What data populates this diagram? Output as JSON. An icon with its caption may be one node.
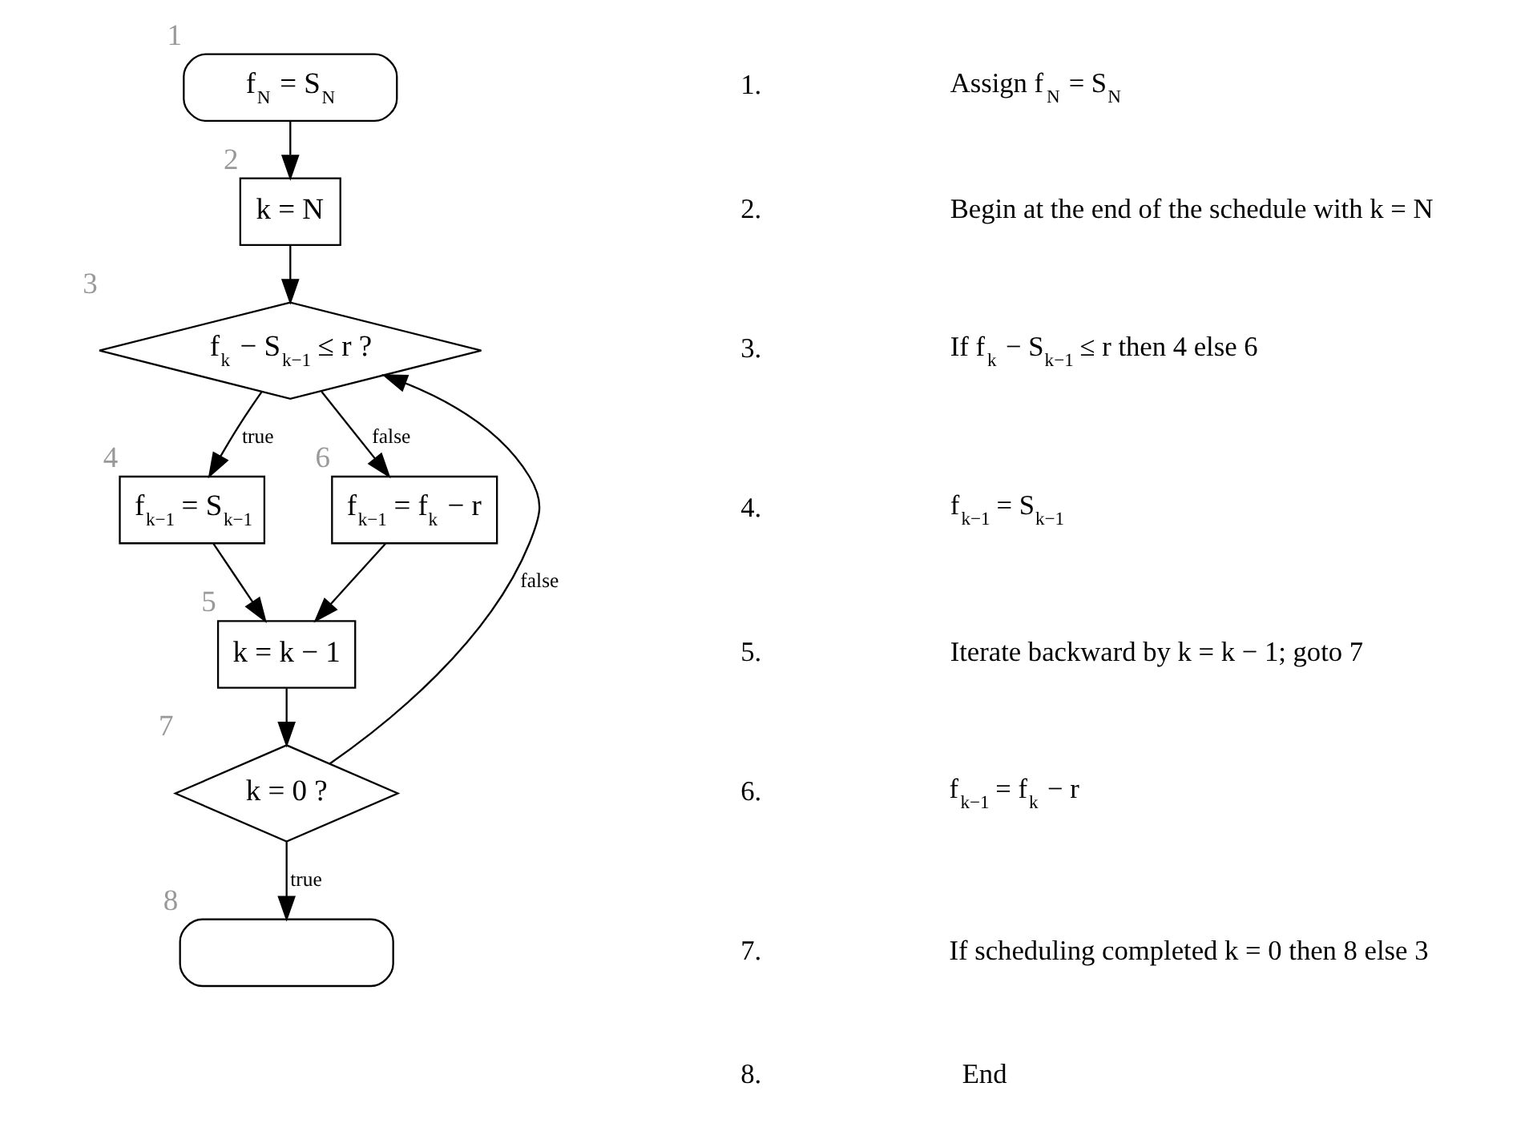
{
  "diagram": {
    "nodes": [
      {
        "text": [
          "f$_{N}$ = S$_{N}$"
        ],
        "beside": [
          "1"
        ]
      },
      {
        "text": [
          "k = N"
        ],
        "beside": [
          "2"
        ]
      },
      {
        "text": [
          "f$_{k}$ − S$_{k−1}$ ≤ r ?"
        ],
        "beside": [
          "3"
        ]
      },
      {
        "text": [
          "f$_{k−1}$ = S$_{k−1}$"
        ],
        "beside": [
          "4"
        ]
      },
      {
        "text": [
          "f$_{k−1}$ = f$_{k}$ − r"
        ],
        "beside": [
          "6"
        ]
      },
      {
        "text": [
          "k = k − 1"
        ],
        "beside": [
          "5"
        ]
      },
      {
        "text": [
          "k = 0 ?"
        ],
        "beside": [
          "7"
        ]
      },
      {
        "text": [],
        "shape": "box",
        "beside": [
          "8"
        ]
      }
    ],
    "edges": [
      {
        "from": 0,
        "to": 1,
        "arrow": "to"
      },
      {
        "from": 1,
        "to": 2,
        "arrow": "to"
      },
      {
        "from": 2,
        "to": 3,
        "arrow": "to",
        "label": "true"
      },
      {
        "from": 2,
        "to": 4,
        "arrow": "to",
        "label": "false"
      },
      {
        "from": 3,
        "to": 5,
        "arrow": "to"
      },
      {
        "from": 4,
        "to": 5,
        "arrow": "to"
      },
      {
        "from": 5,
        "to": 6,
        "arrow": "to"
      },
      {
        "from": 6,
        "to": 2,
        "arrow": "to",
        "label": "false"
      },
      {
        "from": 6,
        "to": 7,
        "arrow": "to",
        "label": "true"
      }
    ],
    "labels": [
      "1.",
      "Assign f$_{N}$ = S$_{N}$",
      "2.",
      "Begin at the end of the schedule with k = N",
      "3.",
      "If f$_{k}$ − S$_{k−1}$ ≤ r then 4 else 6",
      "4.",
      "f$_{k−1}$ = S$_{k−1}$",
      "5.",
      "Iterate backward by k = k − 1; goto 7",
      "6.",
      "f$_{k−1}$ = f$_{k}$ − r",
      "7.",
      "If scheduling completed k = 0 then 8 else 3",
      "8.",
      "End"
    ]
  }
}
